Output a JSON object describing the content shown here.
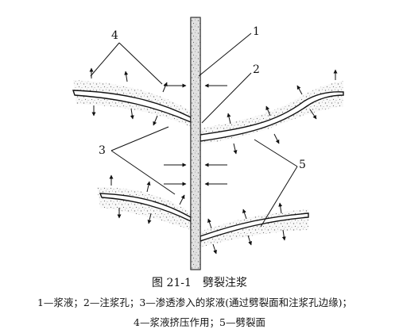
{
  "labels": {
    "l1": "1",
    "l2": "2",
    "l3": "3",
    "l4": "4",
    "l5": "5"
  },
  "caption": {
    "title": "图 21-1　劈裂注浆",
    "legend_line1": "1—浆液；2—注浆孔；3—渗透渗入的浆液(通过劈裂面和注浆孔边缘)；",
    "legend_line2": "4—浆液挤压作用；5—劈裂面"
  }
}
